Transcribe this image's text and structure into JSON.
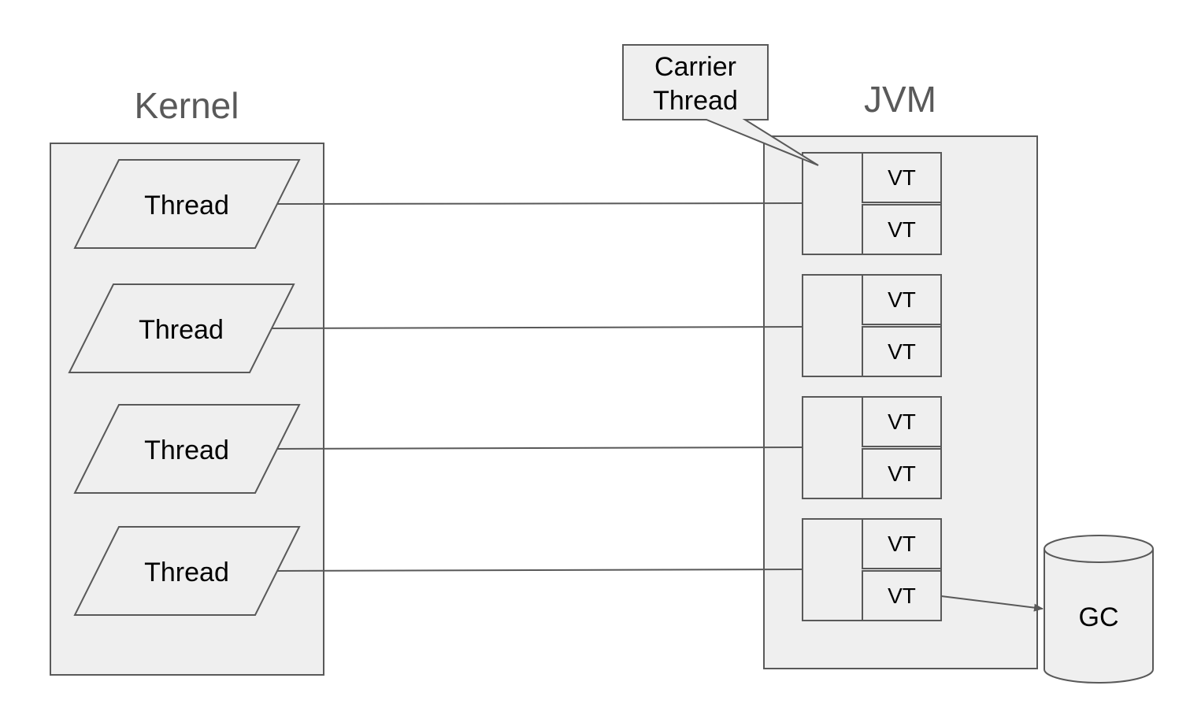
{
  "kernel": {
    "title": "Kernel",
    "threads": [
      "Thread",
      "Thread",
      "Thread",
      "Thread"
    ]
  },
  "jvm": {
    "title": "JVM",
    "carriers": [
      {
        "virtual_threads": [
          "VT",
          "VT"
        ]
      },
      {
        "virtual_threads": [
          "VT",
          "VT"
        ]
      },
      {
        "virtual_threads": [
          "VT",
          "VT"
        ]
      },
      {
        "virtual_threads": [
          "VT",
          "VT"
        ]
      }
    ]
  },
  "callout": {
    "lines": [
      "Carrier",
      "Thread"
    ]
  },
  "gc": {
    "label": "GC"
  },
  "colors": {
    "box_fill": "#efefef",
    "stroke": "#595959",
    "title_text": "#595959",
    "label_text": "#000000"
  }
}
